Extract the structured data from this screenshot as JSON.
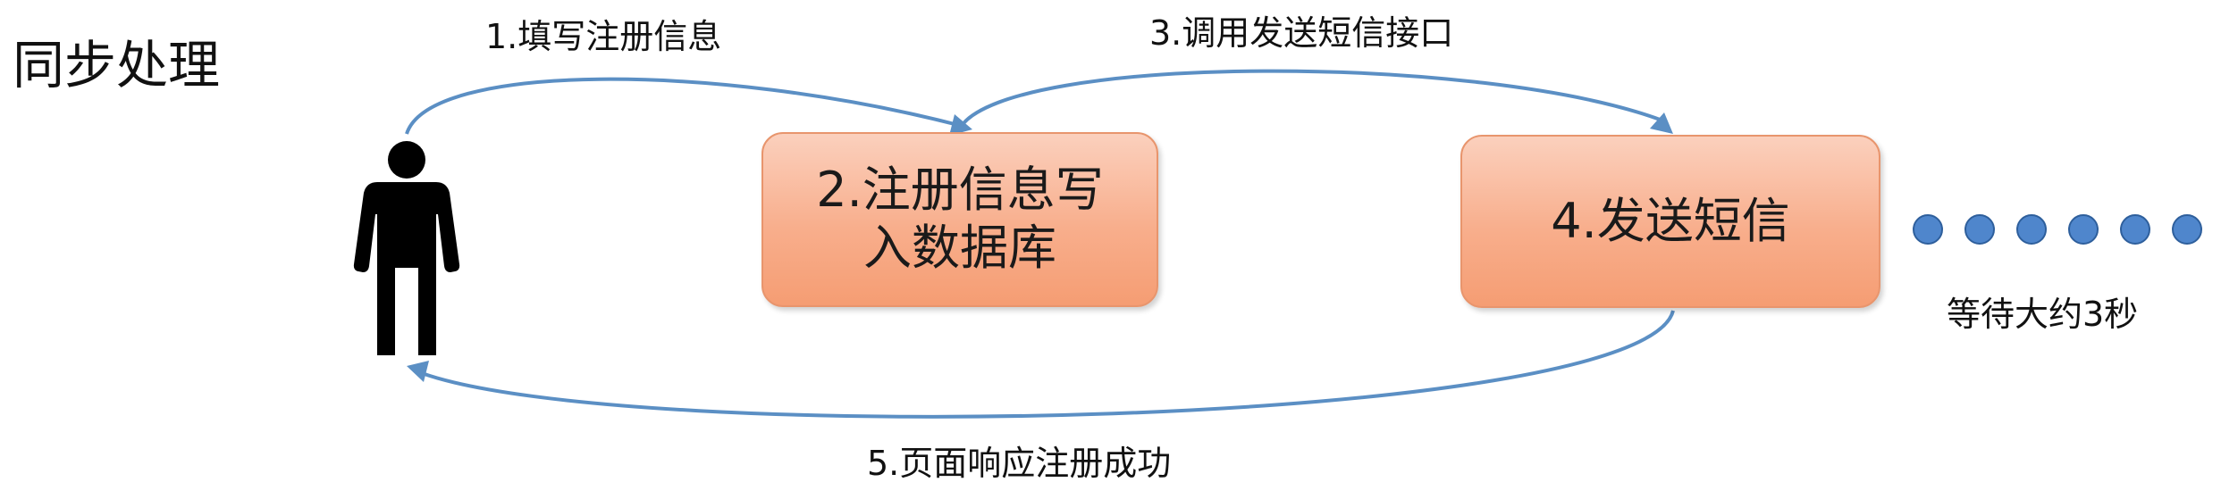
{
  "title": "同步处理",
  "steps": {
    "step1": "1.填写注册信息",
    "step2_line1": "2.注册信息写",
    "step2_line2": "入数据库",
    "step3": "3.调用发送短信接口",
    "step4": "4.发送短信",
    "step5": "5.页面响应注册成功"
  },
  "wait_note": "等待大约3秒",
  "icons": {
    "actor": "person-icon",
    "dots": "ellipsis-dots"
  },
  "colors": {
    "arrow": "#5b8fc4",
    "box_fill": "#f8ae8c",
    "box_border": "#e8956d",
    "dot_fill": "#4f86cc",
    "dot_border": "#2e5f9c"
  }
}
